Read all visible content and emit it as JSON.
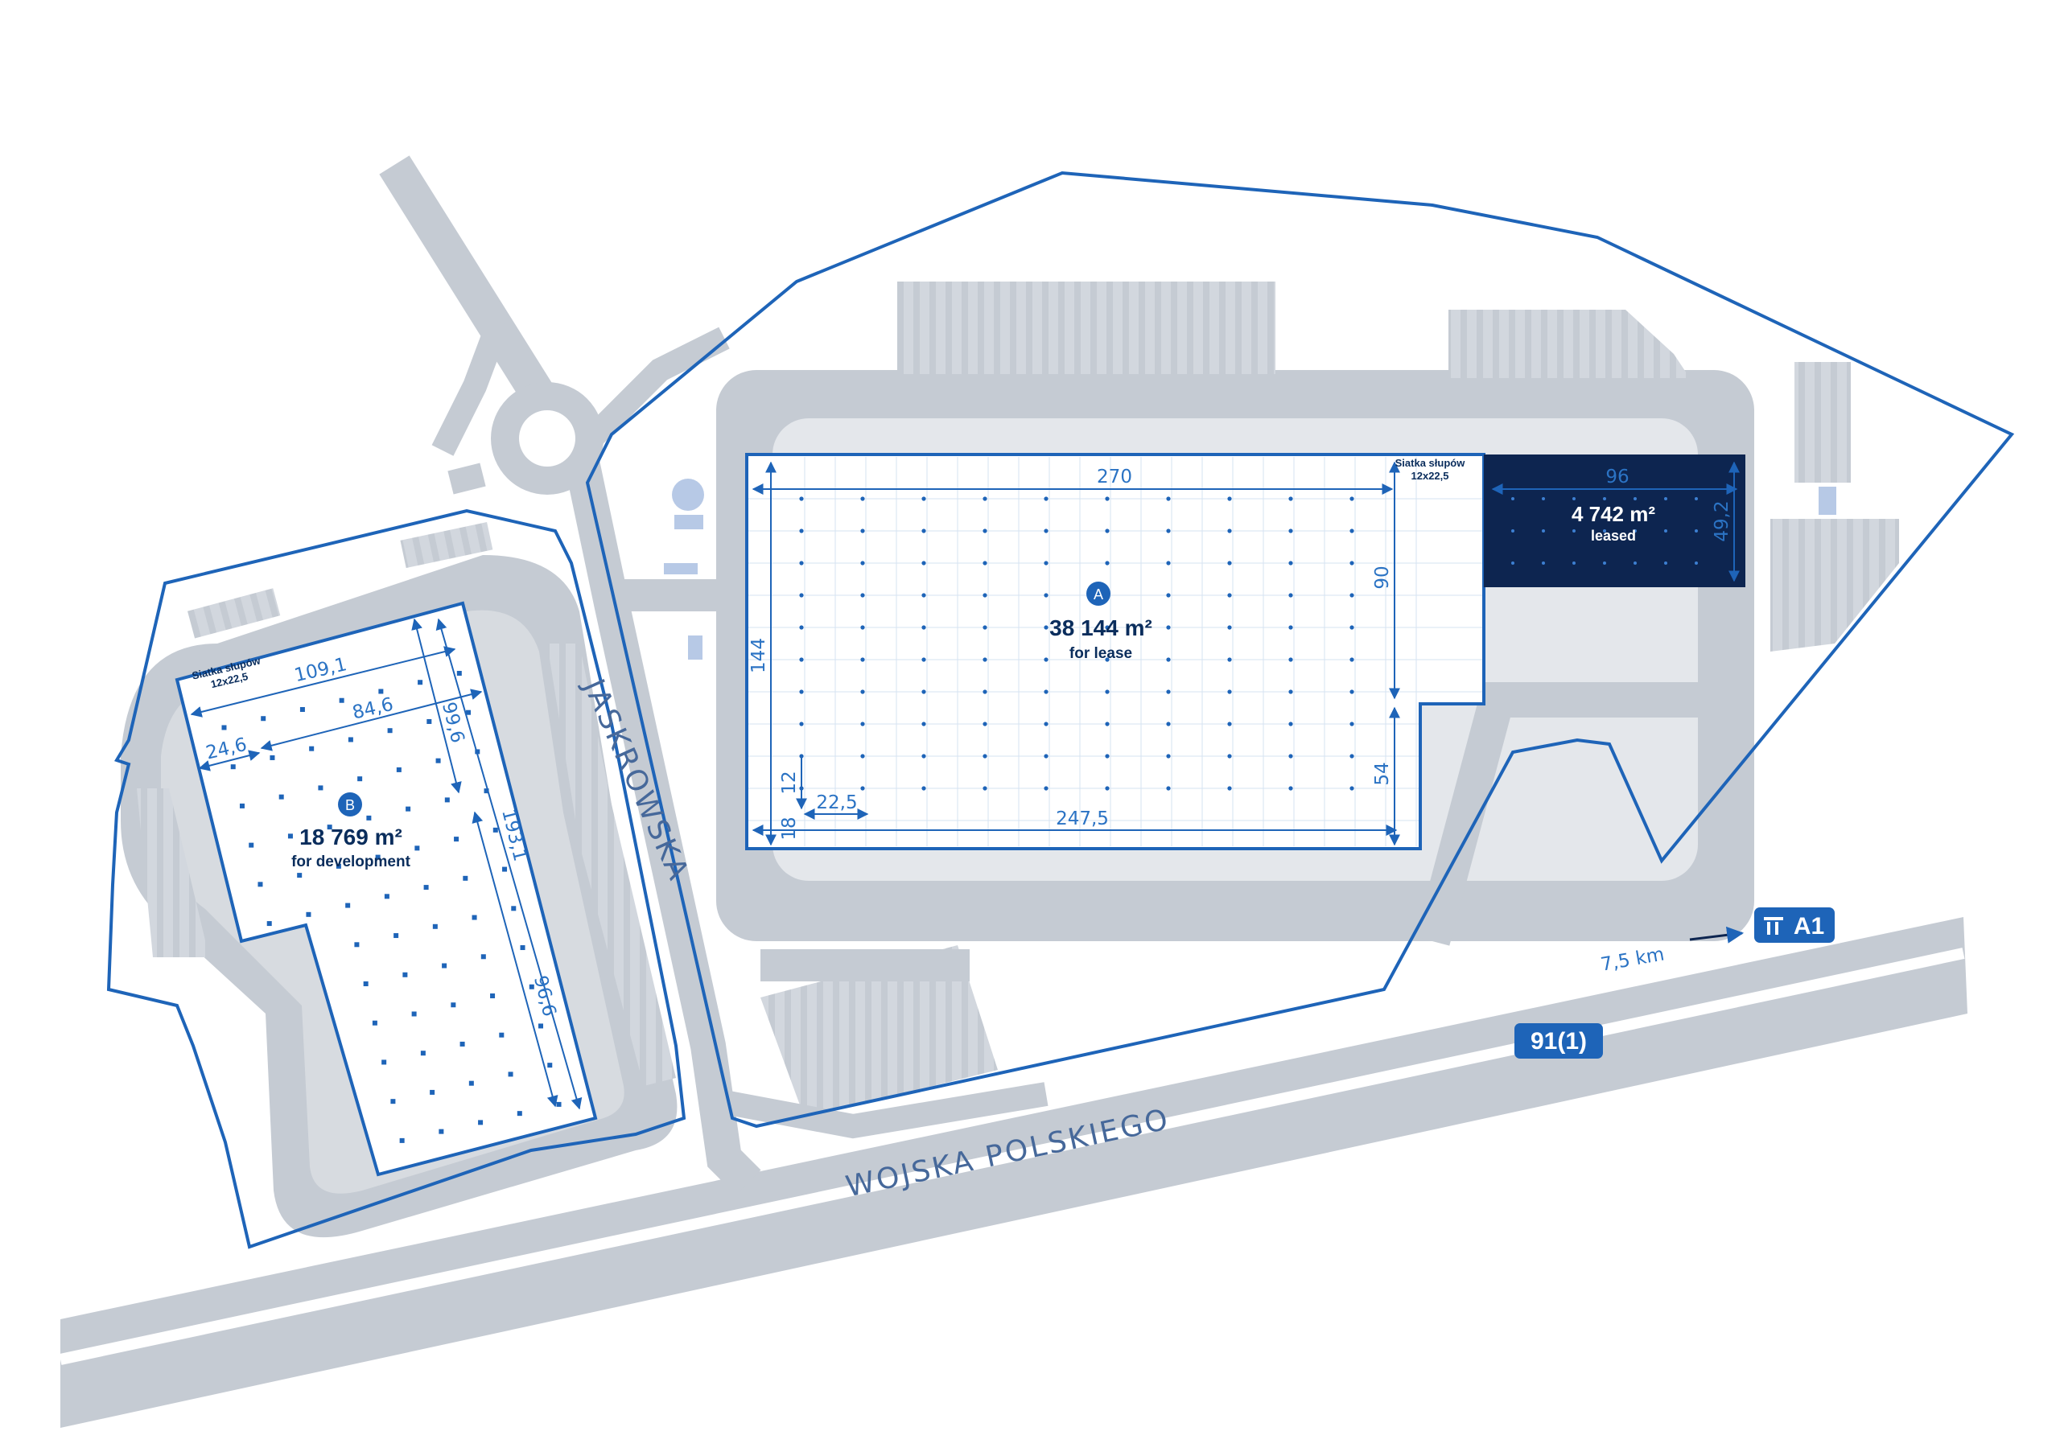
{
  "map": {
    "roads": {
      "main": "WOJSKA POLSKIEGO",
      "side": "JASKROWSKA",
      "route_badge": "91(1)",
      "motorway_badge": "A1",
      "motorway_distance": "7,5 km"
    },
    "building_a": {
      "letter": "A",
      "area": "38 144 m²",
      "status": "for lease",
      "grid_label_1": "Siatka słupów",
      "grid_label_2": "12x22,5",
      "dims": {
        "top": "270",
        "bottom": "247,5",
        "left": "144",
        "right_upper": "90",
        "right_lower": "54",
        "bay_width": "22,5",
        "bay_height_small": "12",
        "bay_height_edge": "18"
      },
      "leased": {
        "area": "4 742 m²",
        "status": "leased",
        "width": "96",
        "height": "49,2"
      }
    },
    "building_b": {
      "letter": "B",
      "area": "18 769 m²",
      "status": "for development",
      "grid_label_1": "Siatka słupów",
      "grid_label_2": "12x22,5",
      "dims": {
        "top": "109,1",
        "inner_top": "84,6",
        "left_offset": "24,6",
        "right_upper": "99,6",
        "right_total": "193,1",
        "right_lower": "96,6"
      }
    },
    "colors": {
      "road": "#c5cbd3",
      "outline": "#1e64b8",
      "leased": "#0d2550",
      "building": "#ffffff",
      "grid": "#d6e3f2",
      "dot": "#1e64b8"
    }
  }
}
